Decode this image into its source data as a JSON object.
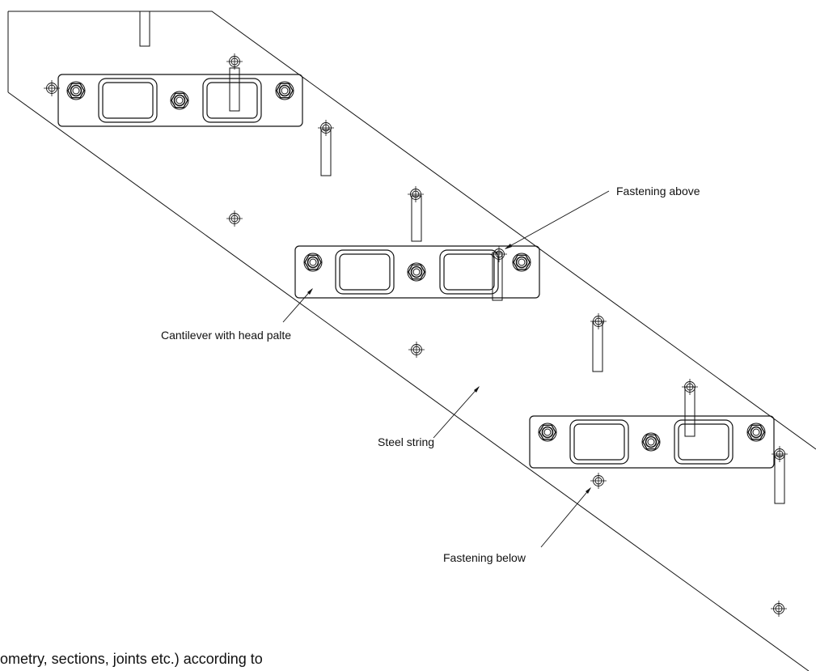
{
  "labels": {
    "fastening_above": "Fastening above",
    "cantilever": "Cantilever with head palte",
    "steel_string": "Steel string",
    "fastening_below": "Fastening below"
  },
  "caption": "ometry, sections, joints etc.) according to",
  "colors": {
    "ink": "#111111",
    "paper": "#ffffff"
  }
}
